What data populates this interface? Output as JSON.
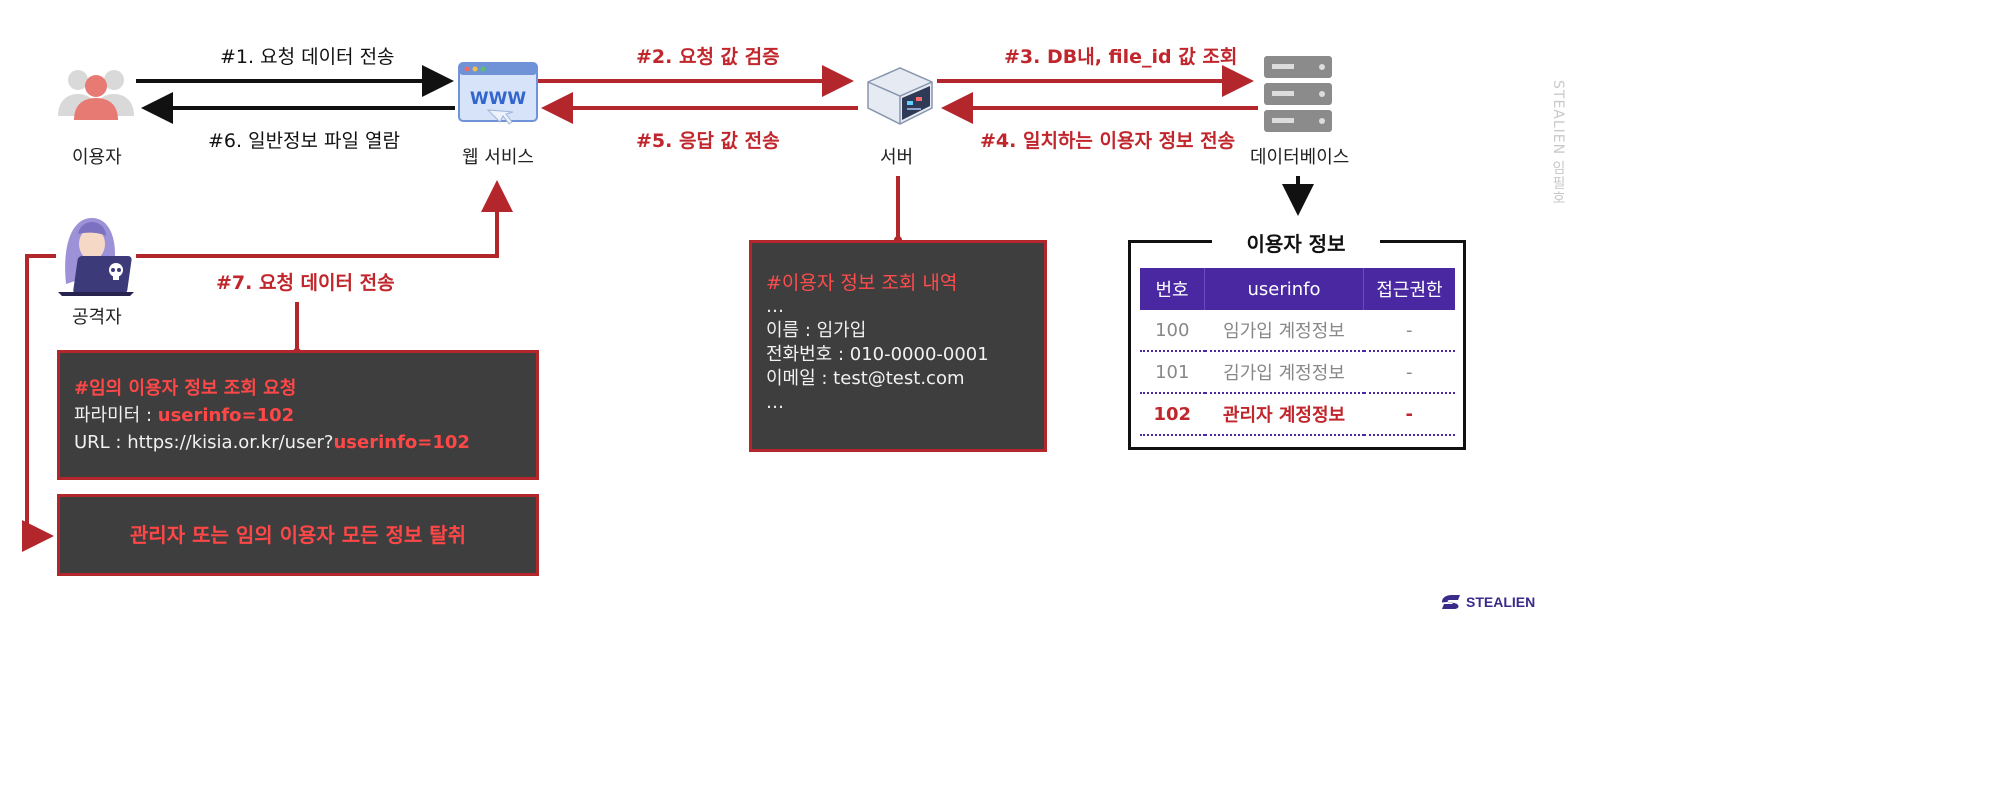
{
  "nodes": {
    "user": "이용자",
    "web_service": "웹 서비스",
    "server": "서버",
    "database": "데이터베이스",
    "attacker": "공격자"
  },
  "steps": {
    "s1": "#1. 요청 데이터 전송",
    "s2": "#2. 요청 값 검증",
    "s3": "#3. DB내, file_id 값 조회",
    "s4": "#4. 일치하는 이용자 정보 전송",
    "s5": "#5. 응답 값 전송",
    "s6": "#6. 일반정보 파일 열람",
    "s7": "#7. 요청 데이터 전송"
  },
  "web_icon_text": "WWW",
  "attack_request": {
    "title": "#임의 이용자 정보 조회 요청",
    "param_label": "파라미터 : ",
    "param_value": "userinfo=102",
    "url_label": "URL :  https://kisia.or.kr/user?",
    "url_param": "userinfo=102"
  },
  "result": "관리자 또는 임의 이용자 모든 정보 탈취",
  "server_log": {
    "title": "#이용자 정보 조회 내역",
    "ellipsis_top": "…",
    "name": "이름 : 임가입",
    "phone": "전화번호 : 010-0000-0001",
    "email": "이메일 : test@test.com",
    "ellipsis_bottom": "…"
  },
  "user_table": {
    "title": "이용자 정보",
    "headers": [
      "번호",
      "userinfo",
      "접근권한"
    ],
    "rows": [
      [
        "100",
        "임가입 계정정보",
        "-"
      ],
      [
        "101",
        "김가입 계정정보",
        "-"
      ],
      [
        "102",
        "관리자 계정정보",
        "-"
      ]
    ]
  },
  "watermark": "STEALIEN 임필호",
  "logo_text": "STEALIEN",
  "colors": {
    "accent_red": "#c0262c",
    "table_header": "#4a28a2",
    "box_bg": "#3e3e3e"
  }
}
